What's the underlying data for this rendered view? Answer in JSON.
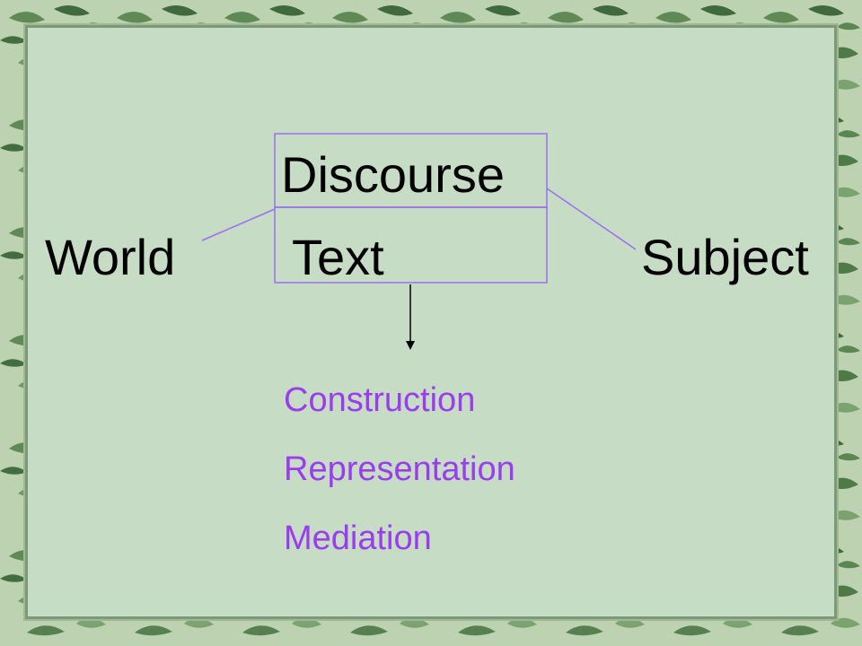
{
  "diagram": {
    "discourse_label": "Discourse",
    "world_label": "World",
    "text_label": "Text",
    "subject_label": "Subject",
    "outcomes": [
      "Construction",
      "Representation",
      "Mediation"
    ]
  },
  "colors": {
    "background_green": "#c6dcc5",
    "box_outline": "#9b6ef0",
    "outcome_text": "#9b3cf0",
    "label_text": "#000000",
    "arrow": "#000000"
  }
}
